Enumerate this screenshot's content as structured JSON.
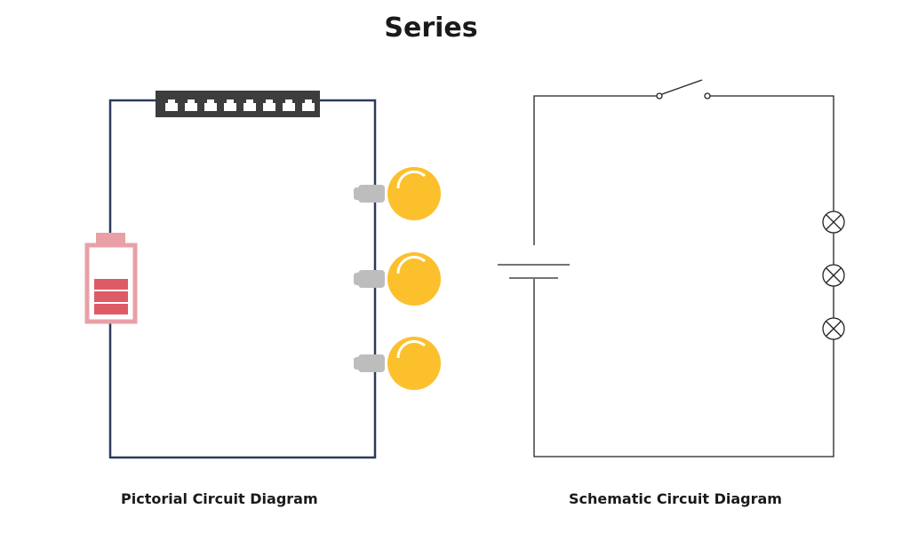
{
  "title": "Series",
  "pictorial": {
    "caption": "Pictorial Circuit Diagram",
    "components": {
      "battery_icon": "battery-icon",
      "switch_icon": "switch-icon",
      "bulb_icon": "light-bulb-icon",
      "bulb_count": 3
    },
    "colors": {
      "wire": "#2b3a5c",
      "switch": "#3d3d3d",
      "bulb_glass": "#fcc02c",
      "bulb_base": "#bdbdbd",
      "battery_outline": "#e8a0a6",
      "battery_level": "#de5a66"
    }
  },
  "schematic": {
    "caption": "Schematic Circuit Diagram",
    "components": {
      "cell_icon": "cell-symbol-icon",
      "switch_icon": "open-switch-symbol-icon",
      "lamp_icon": "lamp-symbol-icon",
      "lamp_count": 3
    },
    "colors": {
      "wire": "#222222"
    }
  }
}
